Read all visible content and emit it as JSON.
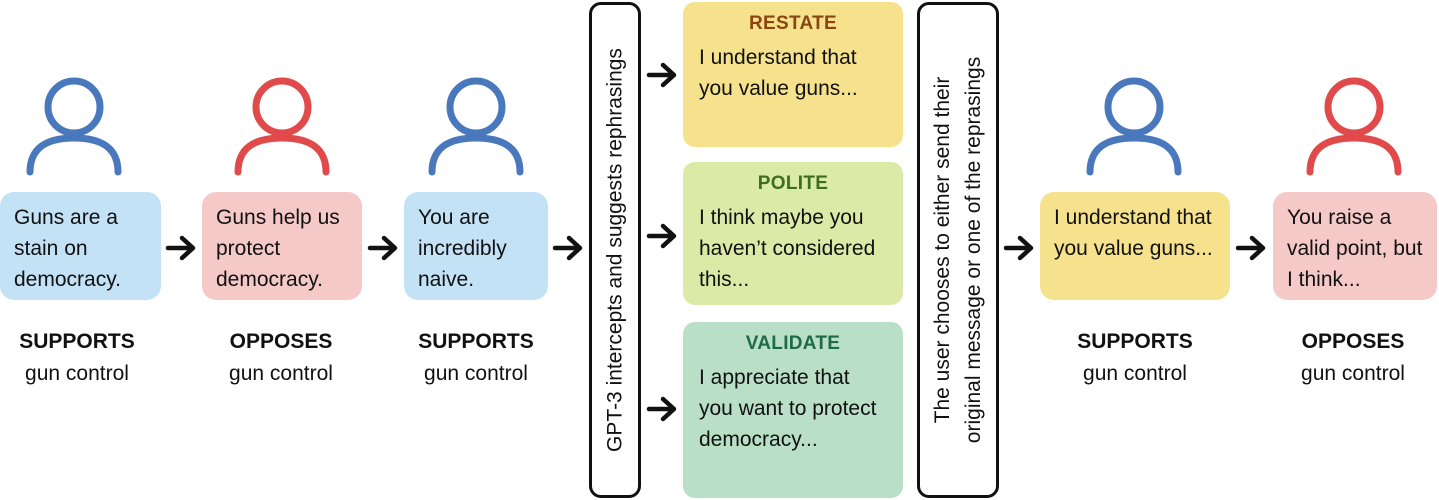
{
  "colors": {
    "supports": "#4a78bd",
    "opposes": "#e04a4a",
    "blue_bubble": "#c3e2f6",
    "red_bubble": "#f6c9c9",
    "yellow_bubble": "#f6e28c",
    "polite_card": "#dceaa8",
    "validate_card": "#b9dfc7",
    "restate_title": "#8b4513",
    "polite_title": "#3b6e1e",
    "validate_title": "#1e6b4a"
  },
  "conversation": [
    {
      "stance_role": "SUPPORTS",
      "stance_topic": "gun control",
      "message": "Guns are a stain on democracy.",
      "icon": "person-icon-blue"
    },
    {
      "stance_role": "OPPOSES",
      "stance_topic": "gun control",
      "message": "Guns help us protect democracy.",
      "icon": "person-icon-red"
    },
    {
      "stance_role": "SUPPORTS",
      "stance_topic": "gun control",
      "message": "You are incredibly naive.",
      "icon": "person-icon-blue"
    }
  ],
  "intercept_text": "GPT-3 intercepts and suggests rephrasings",
  "rephrasings": [
    {
      "title": "RESTATE",
      "text": "I understand that you value guns..."
    },
    {
      "title": "POLITE",
      "text": "I think maybe you haven’t considered this..."
    },
    {
      "title": "VALIDATE",
      "text": "I appreciate that you want to protect democracy..."
    }
  ],
  "choice_text_line1": "The user chooses to either send their",
  "choice_text_line2": "original message or one of the reprasings",
  "outcome": [
    {
      "stance_role": "SUPPORTS",
      "stance_topic": "gun control",
      "message": "I understand that you value guns...",
      "icon": "person-icon-blue"
    },
    {
      "stance_role": "OPPOSES",
      "stance_topic": "gun control",
      "message": "You raise a valid point, but I think...",
      "icon": "person-icon-red"
    }
  ]
}
